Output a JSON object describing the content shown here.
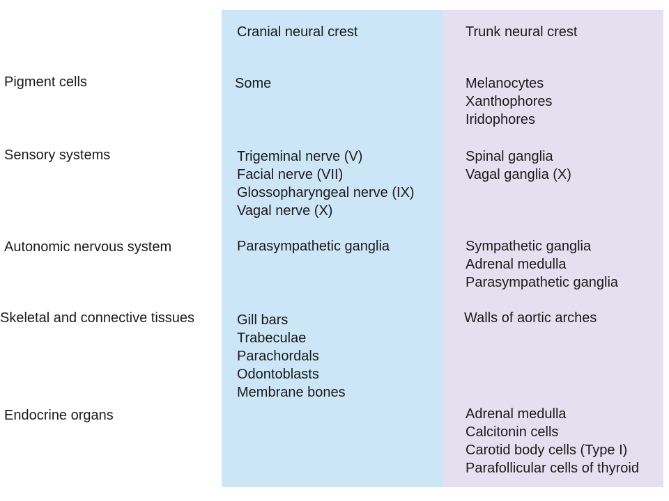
{
  "headers": {
    "cranial": "Cranial neural crest",
    "trunk": "Trunk neural crest"
  },
  "rows": [
    {
      "label": "Pigment cells",
      "cranial": [
        "Some"
      ],
      "trunk": [
        "Melanocytes",
        "Xanthophores",
        "Iridophores"
      ]
    },
    {
      "label": "Sensory systems",
      "cranial": [
        "Trigeminal nerve (V)",
        "Facial nerve (VII)",
        "Glossopharyngeal nerve (IX)",
        "Vagal nerve (X)"
      ],
      "trunk": [
        "Spinal ganglia",
        "Vagal ganglia (X)"
      ]
    },
    {
      "label": "Autonomic nervous system",
      "cranial": [
        "Parasympathetic ganglia"
      ],
      "trunk": [
        "Sympathetic ganglia",
        "Adrenal medulla",
        "Parasympathetic ganglia"
      ]
    },
    {
      "label": "Skeletal and connective tissues",
      "cranial": [
        "Gill bars",
        "Trabeculae",
        "Parachordals",
        "Odontoblasts",
        "Membrane bones"
      ],
      "trunk": [
        "Walls of aortic arches"
      ]
    },
    {
      "label": "Endocrine organs",
      "cranial": [],
      "trunk": [
        "Adrenal medulla",
        "Calcitonin cells",
        "Carotid body cells (Type I)",
        "Parafollicular cells of thyroid"
      ]
    }
  ],
  "colors": {
    "cranial_column": "#cce6f7",
    "trunk_column": "#e6dff0"
  }
}
